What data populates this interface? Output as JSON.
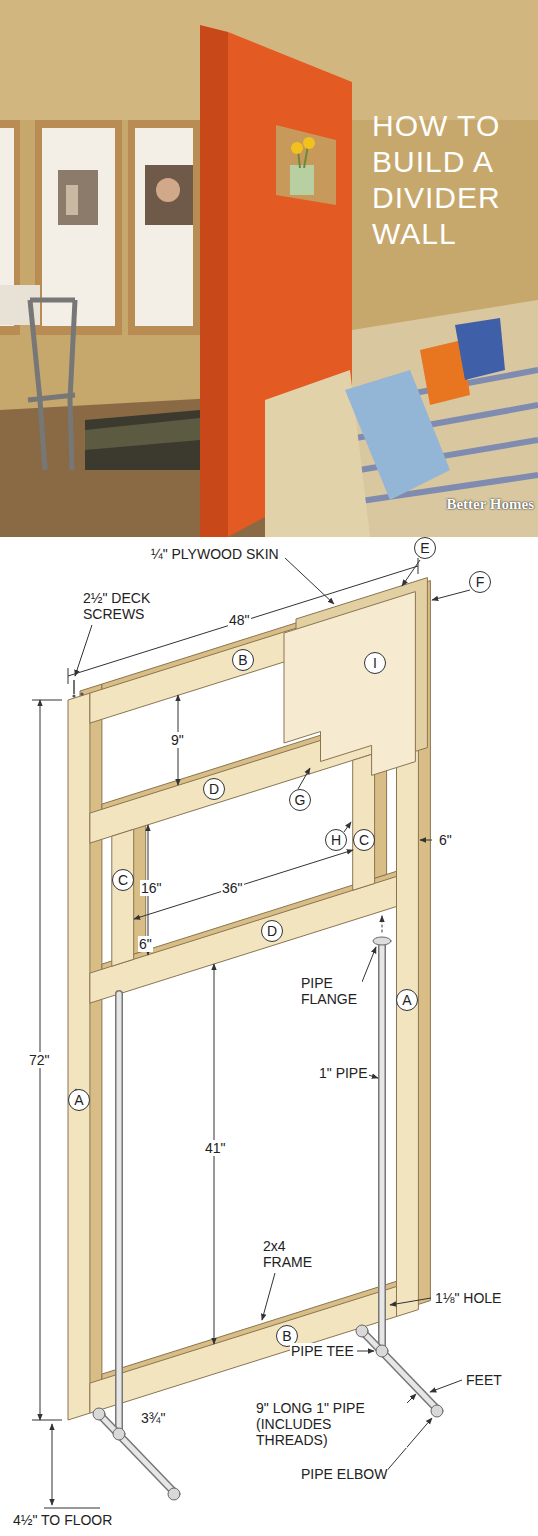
{
  "diagram": {
    "title": "HOW TO BUILD A DIVIDER WALL",
    "nodes": [
      {
        "text": [
          "B"
        ]
      },
      {
        "text": [
          "E"
        ]
      },
      {
        "text": [
          "F"
        ]
      },
      {
        "text": [
          "I"
        ]
      },
      {
        "text": [
          "D"
        ]
      },
      {
        "text": [
          "G"
        ]
      },
      {
        "text": [
          "H"
        ]
      },
      {
        "text": [
          "C"
        ]
      },
      {
        "text": [
          "C"
        ]
      },
      {
        "text": [
          "D"
        ]
      },
      {
        "text": [
          "A"
        ]
      },
      {
        "text": [
          "A"
        ]
      },
      {
        "text": [
          "B"
        ]
      }
    ],
    "labels": [
      "Better Homes",
      "¼\" PLYWOOD SKIN",
      "2½\" DECK SCREWS",
      "48\"",
      "9\"",
      "16\"",
      "6\"",
      "6\"",
      "36\"",
      "72\"",
      "PIPE FLANGE",
      "1\" PIPE",
      "41\"",
      "2x4 FRAME",
      "1⅛\" HOLE",
      "PIPE TEE",
      "FEET",
      "9\" LONG 1\" PIPE (INCLUDES THREADS)",
      "PIPE ELBOW",
      "3¾\"",
      "4½\" TO FLOOR"
    ]
  }
}
